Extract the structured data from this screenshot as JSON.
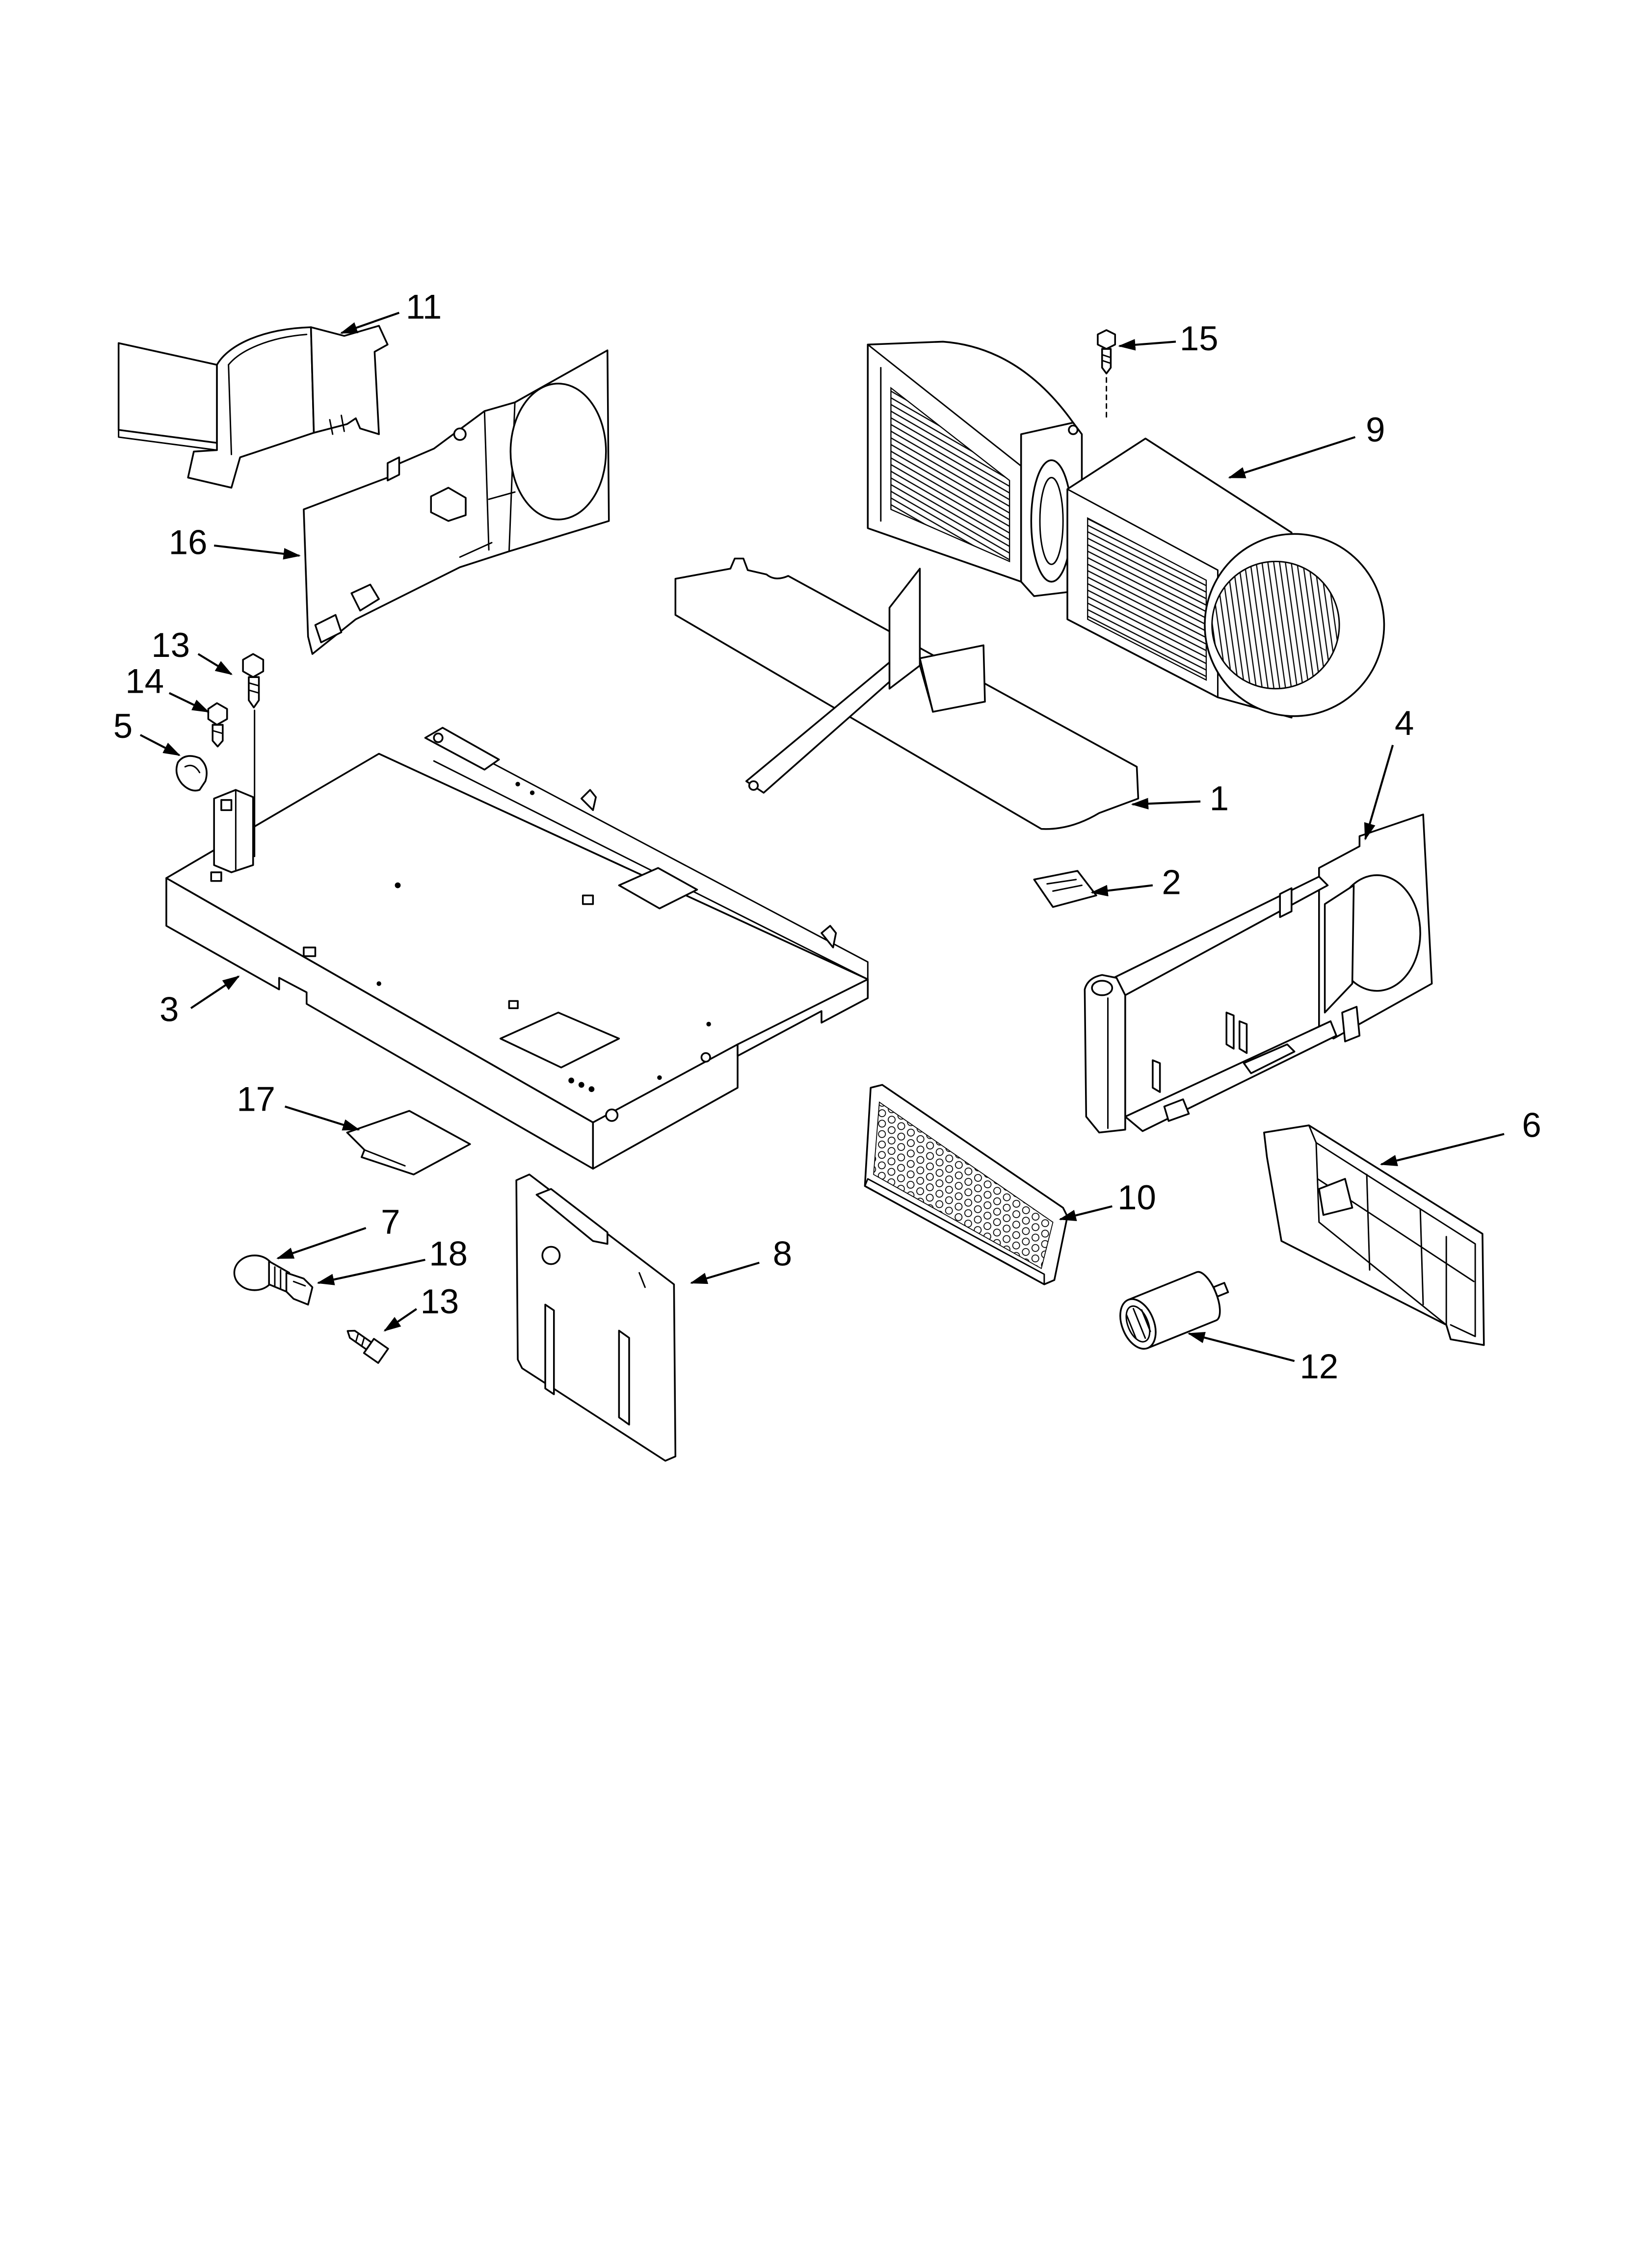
{
  "callouts": [
    {
      "label": "11"
    },
    {
      "label": "15"
    },
    {
      "label": "9"
    },
    {
      "label": "16"
    },
    {
      "label": "13"
    },
    {
      "label": "14"
    },
    {
      "label": "5"
    },
    {
      "label": "4"
    },
    {
      "label": "1"
    },
    {
      "label": "2"
    },
    {
      "label": "3"
    },
    {
      "label": "17"
    },
    {
      "label": "6"
    },
    {
      "label": "7"
    },
    {
      "label": "10"
    },
    {
      "label": "18"
    },
    {
      "label": "8"
    },
    {
      "label": "13"
    },
    {
      "label": "12"
    }
  ]
}
